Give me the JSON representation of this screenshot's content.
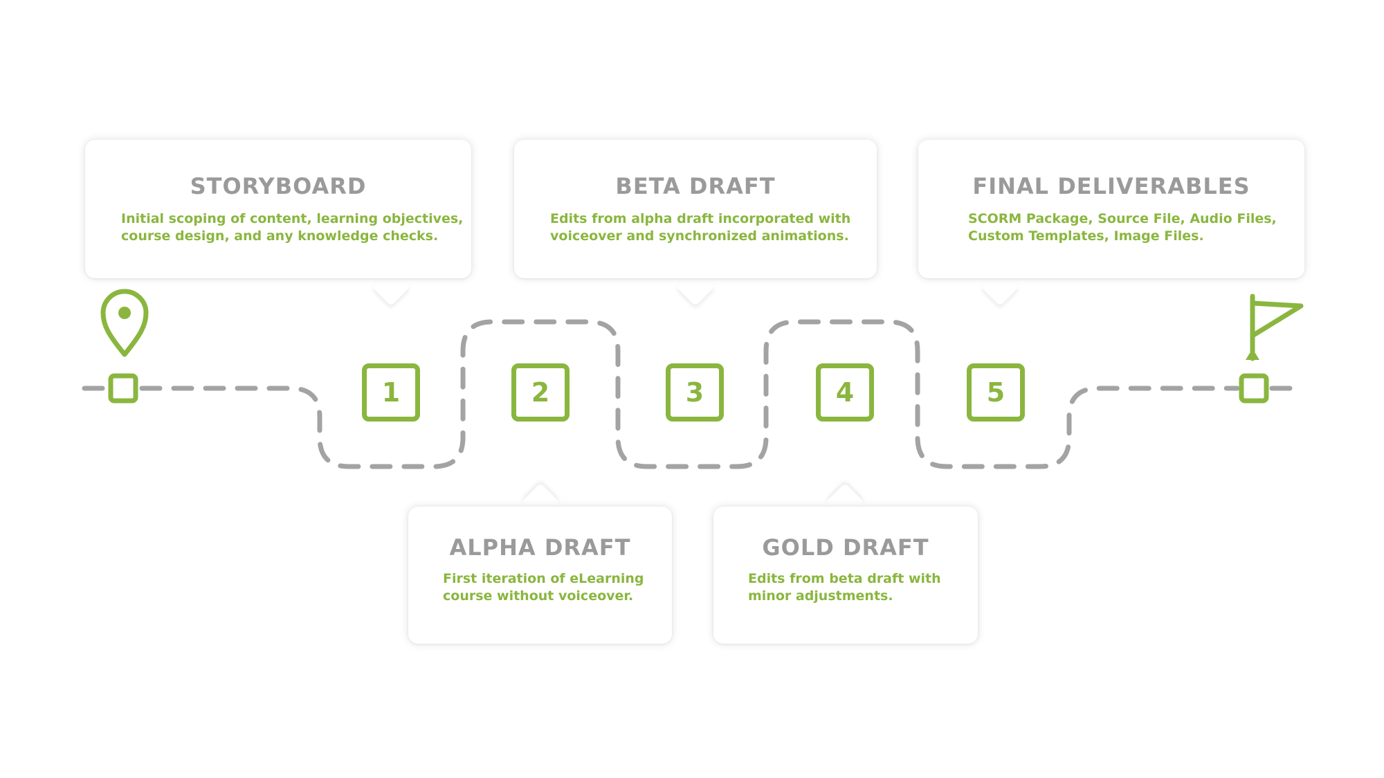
{
  "accent_color": "#8ab63f",
  "path_color": "#a3a3a3",
  "title_color": "#9a9a9a",
  "start": {
    "icon": "location-pin-icon",
    "node": "start-node"
  },
  "finish": {
    "icon": "flag-icon",
    "node": "finish-node"
  },
  "steps": [
    {
      "number": "1",
      "title": "STORYBOARD",
      "desc": [
        "Initial scoping of content, learning objectives,",
        "course design, and any knowledge checks."
      ]
    },
    {
      "number": "2",
      "title": "ALPHA DRAFT",
      "desc": [
        "First iteration of eLearning",
        "course without voiceover."
      ]
    },
    {
      "number": "3",
      "title": "BETA DRAFT",
      "desc": [
        "Edits from alpha draft incorporated with",
        "voiceover and synchronized animations."
      ]
    },
    {
      "number": "4",
      "title": "GOLD DRAFT",
      "desc": [
        "Edits from beta draft with",
        "minor adjustments."
      ]
    },
    {
      "number": "5",
      "title": "FINAL DELIVERABLES",
      "desc": [
        "SCORM Package, Source File, Audio Files,",
        "Custom Templates, Image Files."
      ]
    }
  ]
}
